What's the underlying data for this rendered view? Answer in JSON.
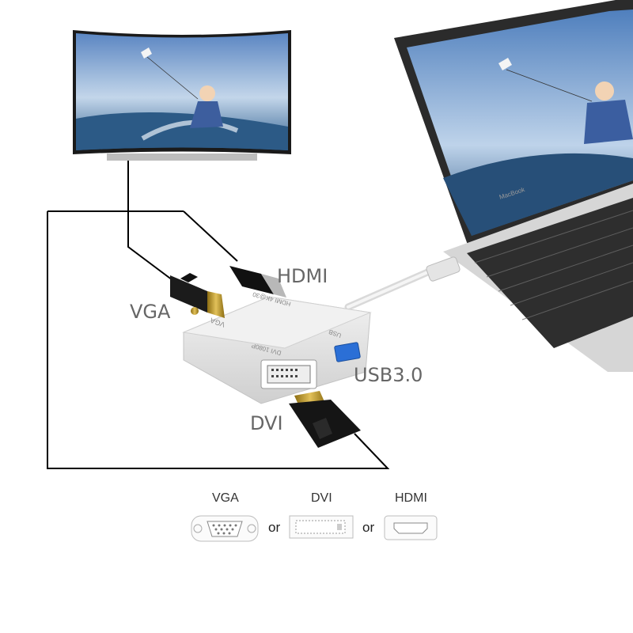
{
  "labels": {
    "hdmi": "HDMI",
    "vga": "VGA",
    "usb": "USB3.0",
    "dvi": "DVI"
  },
  "device_port_labels": {
    "vga": "VGA",
    "hdmi": "HDMI 4K@30",
    "dvi": "DVI 1080P",
    "usb": "USB"
  },
  "laptop_brand": "MacBook",
  "legend": {
    "items": [
      "VGA",
      "DVI",
      "HDMI"
    ],
    "separator": "or"
  },
  "colors": {
    "wire": "#000000",
    "hub": "#e6e6e6",
    "port_blue": "#2b6fd6",
    "connector_gold": "#c9a227",
    "screen_sky": "#8fb3d9",
    "screen_sea": "#2f5f8f"
  }
}
